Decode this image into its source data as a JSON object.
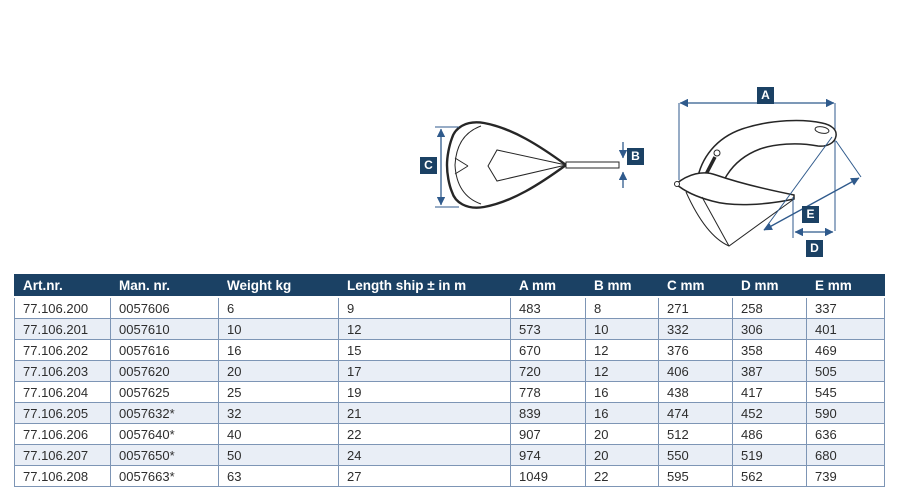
{
  "colors": {
    "header_bg": "#1b4164",
    "row_alt_bg": "#e9eef6",
    "table_border": "#7d95b5",
    "dimension_line": "#2f5a8c",
    "drawing_line": "#262626",
    "label_bg": "#1b4164",
    "label_text": "#ffffff"
  },
  "diagram_labels": {
    "A": "A",
    "B": "B",
    "C": "C",
    "D": "D",
    "E": "E"
  },
  "table": {
    "columns": [
      "Art.nr.",
      "Man. nr.",
      "Weight kg",
      "Length ship ± in m",
      "A mm",
      "B mm",
      "C mm",
      "D mm",
      "E mm"
    ],
    "rows": [
      [
        "77.106.200",
        "0057606",
        "6",
        "9",
        "483",
        "8",
        "271",
        "258",
        "337"
      ],
      [
        "77.106.201",
        "0057610",
        "10",
        "12",
        "573",
        "10",
        "332",
        "306",
        "401"
      ],
      [
        "77.106.202",
        "0057616",
        "16",
        "15",
        "670",
        "12",
        "376",
        "358",
        "469"
      ],
      [
        "77.106.203",
        "0057620",
        "20",
        "17",
        "720",
        "12",
        "406",
        "387",
        "505"
      ],
      [
        "77.106.204",
        "0057625",
        "25",
        "19",
        "778",
        "16",
        "438",
        "417",
        "545"
      ],
      [
        "77.106.205",
        "0057632*",
        "32",
        "21",
        "839",
        "16",
        "474",
        "452",
        "590"
      ],
      [
        "77.106.206",
        "0057640*",
        "40",
        "22",
        "907",
        "20",
        "512",
        "486",
        "636"
      ],
      [
        "77.106.207",
        "0057650*",
        "50",
        "24",
        "974",
        "20",
        "550",
        "519",
        "680"
      ],
      [
        "77.106.208",
        "0057663*",
        "63",
        "27",
        "1049",
        "22",
        "595",
        "562",
        "739"
      ]
    ]
  }
}
